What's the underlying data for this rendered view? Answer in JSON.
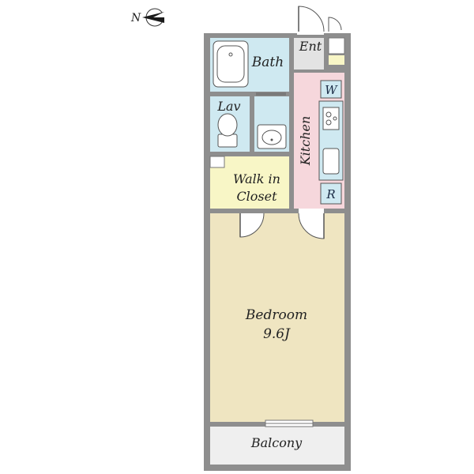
{
  "compass": {
    "label": "N",
    "icon": "north-arrow-icon"
  },
  "rooms": {
    "entrance": "Ent",
    "bath": "Bath",
    "lavatory": "Lav",
    "kitchen": "Kitchen",
    "walk_in_closet_line1": "Walk in",
    "walk_in_closet_line2": "Closet",
    "bedroom": "Bedroom",
    "bedroom_size": "9.6J",
    "balcony": "Balcony"
  },
  "fixtures": {
    "washer_label": "W",
    "refrigerator_label": "R",
    "stove_icon": "gas-stove-icon",
    "sink_icon": "kitchen-sink-icon",
    "bathtub_icon": "bathtub-icon",
    "toilet_icon": "toilet-icon",
    "washbasin_icon": "washbasin-icon"
  },
  "colors": {
    "wall": "#8e8e8e",
    "bedroom": "#efe5c1",
    "wet_area": "#cfe9f1",
    "kitchen": "#f6d7dc",
    "closet": "#f8f6c6",
    "entrance": "#e3e3e3",
    "balcony": "#efefef",
    "badge": "#cfe9f1"
  }
}
